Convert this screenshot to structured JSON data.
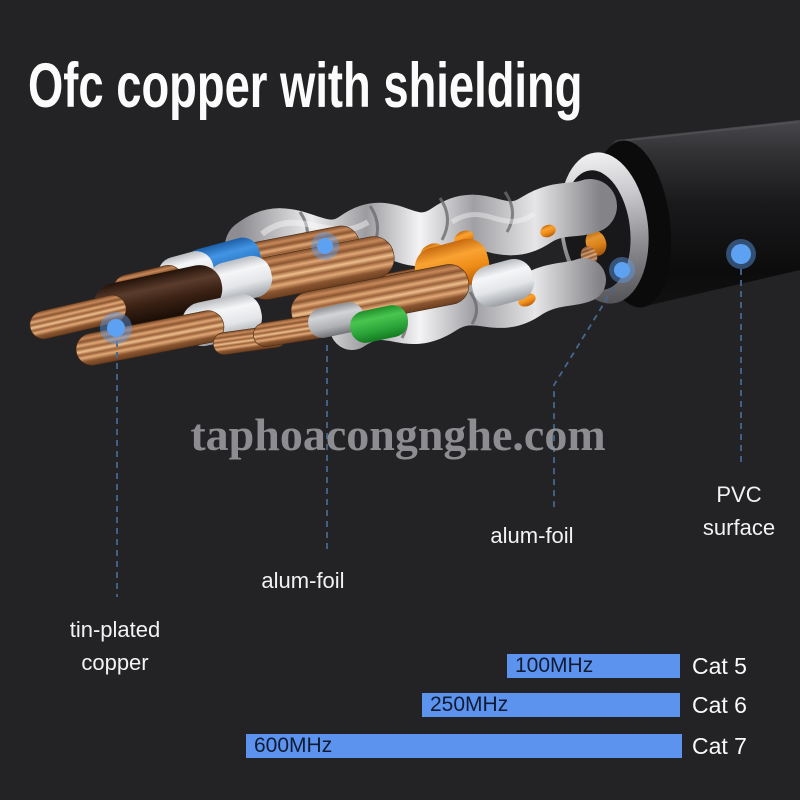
{
  "title": "Ofc copper with shielding",
  "watermark": "taphoacongnghe.com",
  "callouts": {
    "tin_plated_copper": {
      "line1": "tin-plated",
      "line2": "copper"
    },
    "alum_foil_left": {
      "label": "alum-foil"
    },
    "alum_foil_right": {
      "label": "alum-foil"
    },
    "pvc_surface": {
      "line1": "PVC",
      "line2": "surface"
    }
  },
  "chart_data": {
    "type": "bar",
    "orientation": "horizontal",
    "right_aligned": true,
    "unit": "MHz",
    "categories": [
      "Cat 5",
      "Cat 6",
      "Cat 7"
    ],
    "values": [
      100,
      250,
      600
    ],
    "rows": [
      {
        "label": "100MHz",
        "category": "Cat 5",
        "value_mhz": 100
      },
      {
        "label": "250MHz",
        "category": "Cat 6",
        "value_mhz": 250
      },
      {
        "label": "600MHz",
        "category": "Cat 7",
        "value_mhz": 600
      }
    ],
    "bar_color": "#5b93ee",
    "bar_text_color": "#101b33",
    "category_text_color": "#fafafa"
  },
  "colors": {
    "background": "#232325",
    "title_text": "#fbfbfb",
    "label_text": "#f2f2f2",
    "watermark_gray": "#96969b",
    "marker_blue": "#5da2f2",
    "callout_line_blue": "#44688f",
    "jacket_black": "#1a1a1c",
    "foil_silver": "#d8d8da",
    "copper": "#d99c6b",
    "insulation_brown": "#3c2417",
    "insulation_blue": "#2e86d8",
    "insulation_green": "#2eae35",
    "insulation_orange": "#f29a20",
    "insulation_white": "#eceff1",
    "insulation_gray": "#b4b4b8"
  }
}
